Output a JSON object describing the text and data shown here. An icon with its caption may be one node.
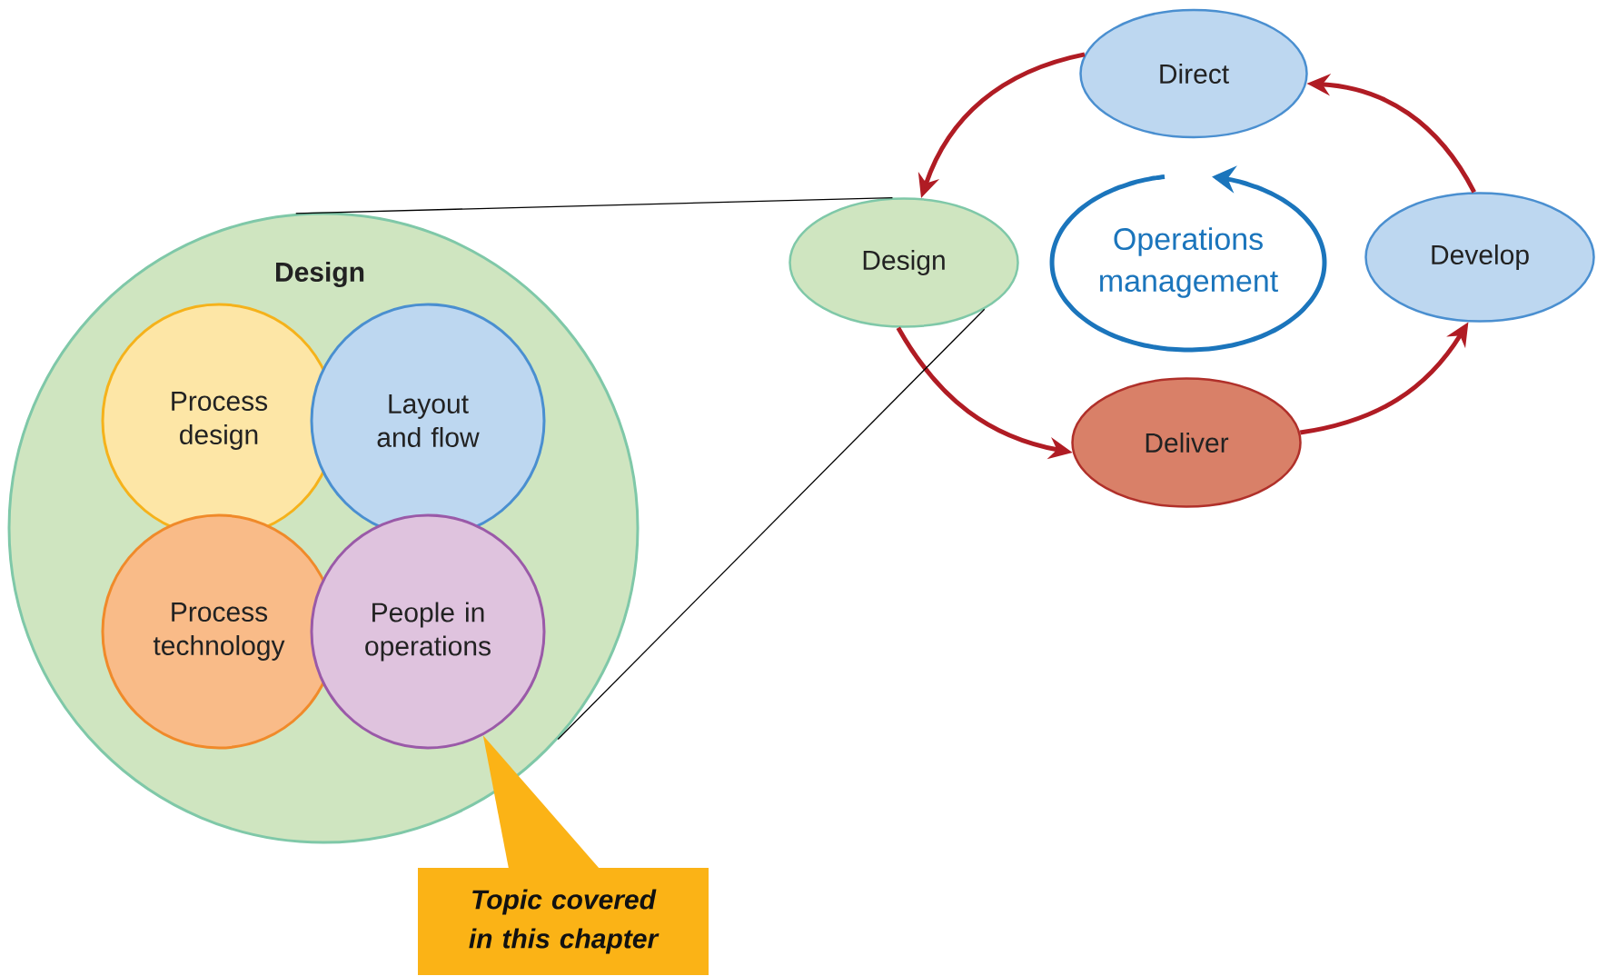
{
  "diagram": {
    "nodes": [
      {
        "text": [
          "Direct"
        ]
      },
      {
        "text": [
          "Design"
        ]
      },
      {
        "text": [
          "Operations management"
        ]
      },
      {
        "text": [
          "Develop"
        ]
      },
      {
        "text": [
          "Deliver"
        ]
      },
      {
        "text": [
          "Design"
        ]
      },
      {
        "text": [
          "Process design"
        ],
        "in": 5
      },
      {
        "text": [
          "Layout and flow"
        ],
        "in": 5
      },
      {
        "text": [
          "Process technology"
        ],
        "in": 5
      },
      {
        "text": [
          "People in operations"
        ],
        "in": 5
      },
      {
        "text": [
          "Topic covered in this chapter"
        ]
      }
    ],
    "edges": [
      {
        "from": 0,
        "to": 1,
        "arrow": "to"
      },
      {
        "from": 1,
        "to": 4,
        "arrow": "to"
      },
      {
        "from": 4,
        "to": 3,
        "arrow": "to"
      },
      {
        "from": 3,
        "to": 0,
        "arrow": "to"
      },
      {
        "from": 1,
        "to": 5,
        "arrow": "none",
        "color": "#000000"
      },
      {
        "from": 1,
        "to": 5,
        "arrow": "none",
        "color": "#000000"
      }
    ]
  }
}
